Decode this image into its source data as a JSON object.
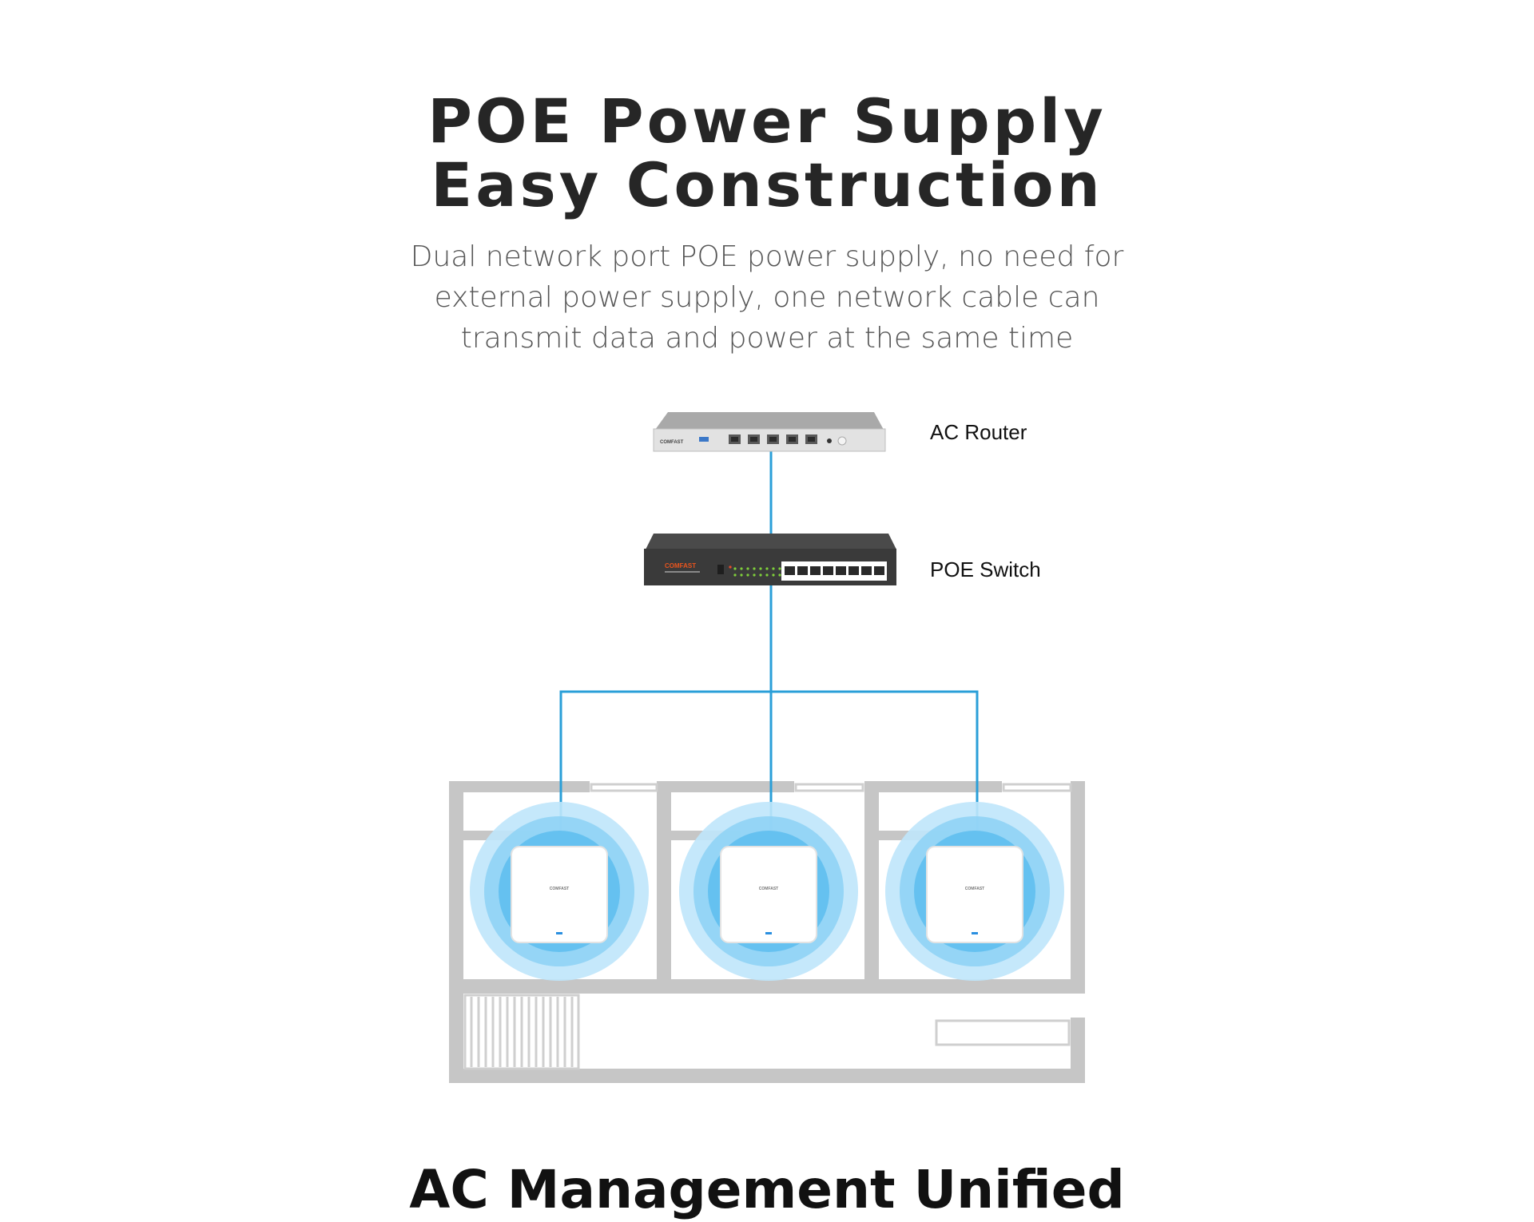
{
  "heading": {
    "line1": "POE Power Supply",
    "line2": "Easy Construction"
  },
  "description": {
    "line1": "Dual network port POE power supply, no need for",
    "line2": "external power supply, one network cable can",
    "line3": "transmit data and power at the same time"
  },
  "devices": {
    "router_label": "AC Router",
    "switch_label": "POE Switch",
    "brand_logo": "COMFAST"
  },
  "footer": {
    "heading": "AC Management Unified"
  },
  "colors": {
    "cable": "#2a9fd8",
    "signal_outer": "#bfe6fb",
    "signal_mid": "#8fd3f5",
    "signal_inner": "#5dbdef",
    "walls": "#c6c6c6",
    "switch_body": "#3d3d3d",
    "router_body": "#d9d9d9",
    "brand_orange": "#e8541e"
  }
}
